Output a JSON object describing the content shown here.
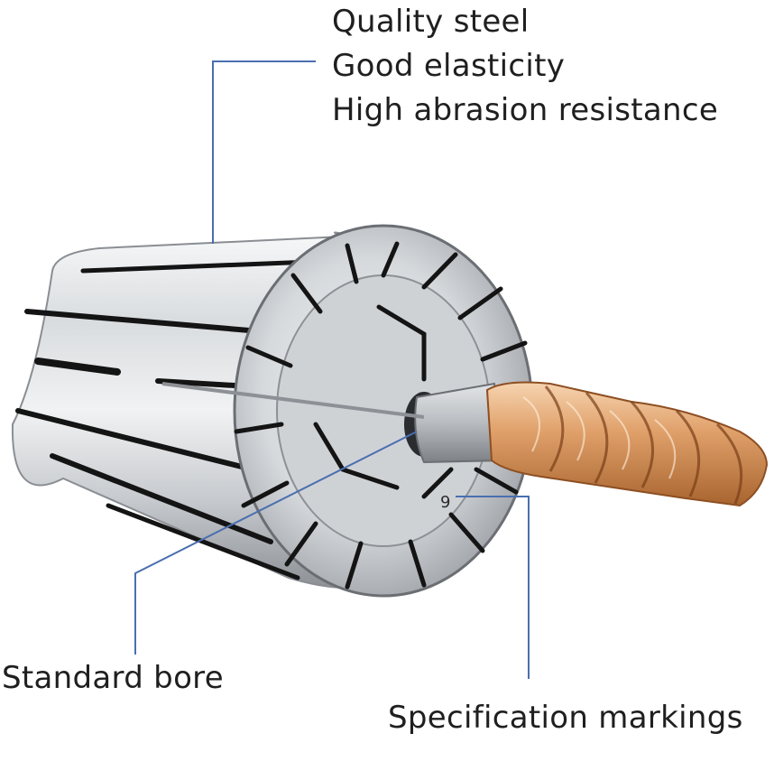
{
  "features": [
    "Quality steel",
    "Good elasticity",
    "High abrasion resistance"
  ],
  "callouts": {
    "bore": "Standard bore",
    "markings": "Specification markings"
  },
  "marking_text": "9",
  "colors": {
    "callout_line": "#4a6fb0",
    "steel_light": "#eef0f2",
    "steel_mid": "#c4c8cc",
    "steel_dark": "#5c6066",
    "slot": "#141414",
    "cutter_gold_light": "#f2c9a0",
    "cutter_gold": "#d68e55",
    "cutter_gold_dark": "#9a5a2c",
    "shank": "#b9bcc0"
  }
}
